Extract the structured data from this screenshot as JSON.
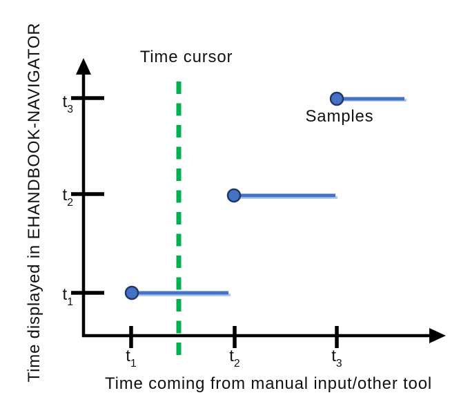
{
  "figure": {
    "time_cursor_label": "Time cursor",
    "samples_label": "Samples",
    "y_axis": {
      "label": "Time displayed in EHANDBOOK-NAVIGATOR",
      "ticks": [
        {
          "base": "t",
          "sub": "3"
        },
        {
          "base": "t",
          "sub": "2"
        },
        {
          "base": "t",
          "sub": "1"
        }
      ]
    },
    "x_axis": {
      "label": "Time coming from manual input/other tool",
      "ticks": [
        {
          "base": "t",
          "sub": "1"
        },
        {
          "base": "t",
          "sub": "2"
        },
        {
          "base": "t",
          "sub": "3"
        }
      ]
    },
    "colors": {
      "sample_blue": "#4472C4",
      "sample_border_navy": "#1F3864",
      "cursor_green": "#00B050",
      "axis_black": "#000000",
      "background": "#FFFFFF"
    }
  },
  "chart_data": {
    "type": "line",
    "subtype": "step-sample-hold",
    "title": "",
    "xlabel": "Time coming from manual input/other tool",
    "ylabel": "Time displayed in EHANDBOOK-NAVIGATOR",
    "x_tick_labels": [
      "t1",
      "t2",
      "t3"
    ],
    "y_tick_labels": [
      "t1",
      "t2",
      "t3"
    ],
    "grid": false,
    "legend_position": "none",
    "series": [
      {
        "name": "Samples",
        "marker": "filled circle at segment start",
        "color": "#4472C4",
        "segments": [
          {
            "y": "t1",
            "x_start": "t1",
            "x_end": "just before t2"
          },
          {
            "y": "t2",
            "x_start": "t2",
            "x_end": "just before t3"
          },
          {
            "y": "t3",
            "x_start": "t3",
            "x_end": "beyond t3"
          }
        ]
      }
    ],
    "annotations": [
      {
        "type": "vline",
        "label": "Time cursor",
        "style": "dashed",
        "color": "#00B050",
        "x": "between t1 and t2 (~45% of t1-t2 span past t1)"
      }
    ]
  }
}
